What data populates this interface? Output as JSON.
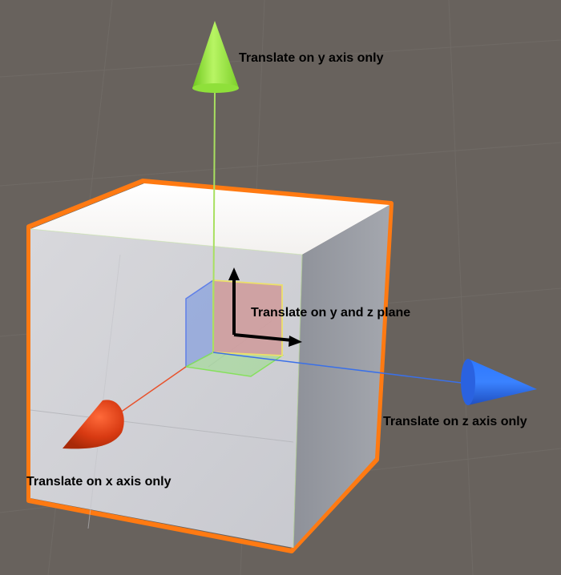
{
  "viewport": {
    "background_color": "#68625d",
    "grid_color": "#76716c"
  },
  "gizmo": {
    "y_axis_color": "#8ee030",
    "x_axis_color": "#dd3a12",
    "z_axis_color": "#2f6bf0",
    "selection_outline_color": "#ff7a12",
    "plane_handle_color": "#cf9a9a"
  },
  "labels": {
    "y_axis": "Translate on y axis only",
    "yz_plane": "Translate on y and z plane",
    "z_axis": "Translate on z axis only",
    "x_axis": "Translate on x axis only"
  },
  "icons": {
    "y_handle": "cone-arrow-icon",
    "x_handle": "cone-arrow-icon",
    "z_handle": "cone-arrow-icon",
    "plane_handle": "square-handle-icon",
    "plane_indicator": "corner-arrow-icon"
  }
}
